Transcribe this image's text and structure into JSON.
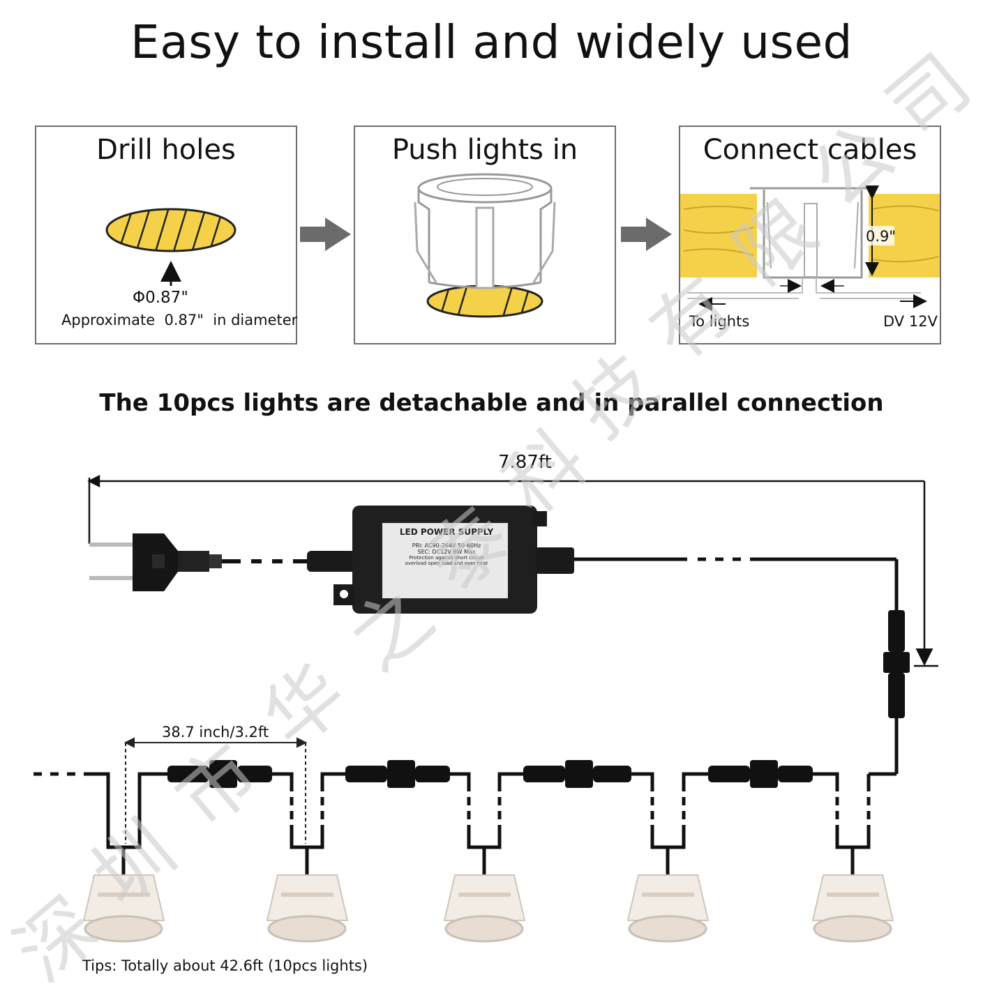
{
  "title": "Easy to install and widely used",
  "steps": [
    {
      "title": "Drill holes"
    },
    {
      "title": "Push lights in"
    },
    {
      "title": "Connect cables"
    }
  ],
  "drill": {
    "diameter": "Φ0.87\"",
    "note": "Approximate  0.87\"  in diameter"
  },
  "connect": {
    "depth": "0.9\"",
    "left_label": "To lights",
    "right_label": "DV 12V"
  },
  "subtitle": "The 10pcs lights are detachable and in parallel connection",
  "cable_length": "7.87ft",
  "spacing": "38.7 inch/3.2ft",
  "power_supply": {
    "heading": "LED POWER SUPPLY",
    "lines": [
      "PRI: AC90-264V 50-60Hz",
      "SEC: DC12V     6W Max",
      "Protection against short circuit",
      "overload open load and over heat"
    ]
  },
  "tips": "Tips: Totally about 42.6ft (10pcs lights)",
  "watermark": [
    "深",
    "圳",
    "市",
    "华",
    "之",
    "泰",
    "科",
    "技",
    "有",
    "限",
    "公",
    "司"
  ],
  "colors": {
    "wood": "#f5d14a",
    "frame": "#6e6e6e",
    "arrow": "#6b6b6b",
    "cable": "#111111"
  }
}
